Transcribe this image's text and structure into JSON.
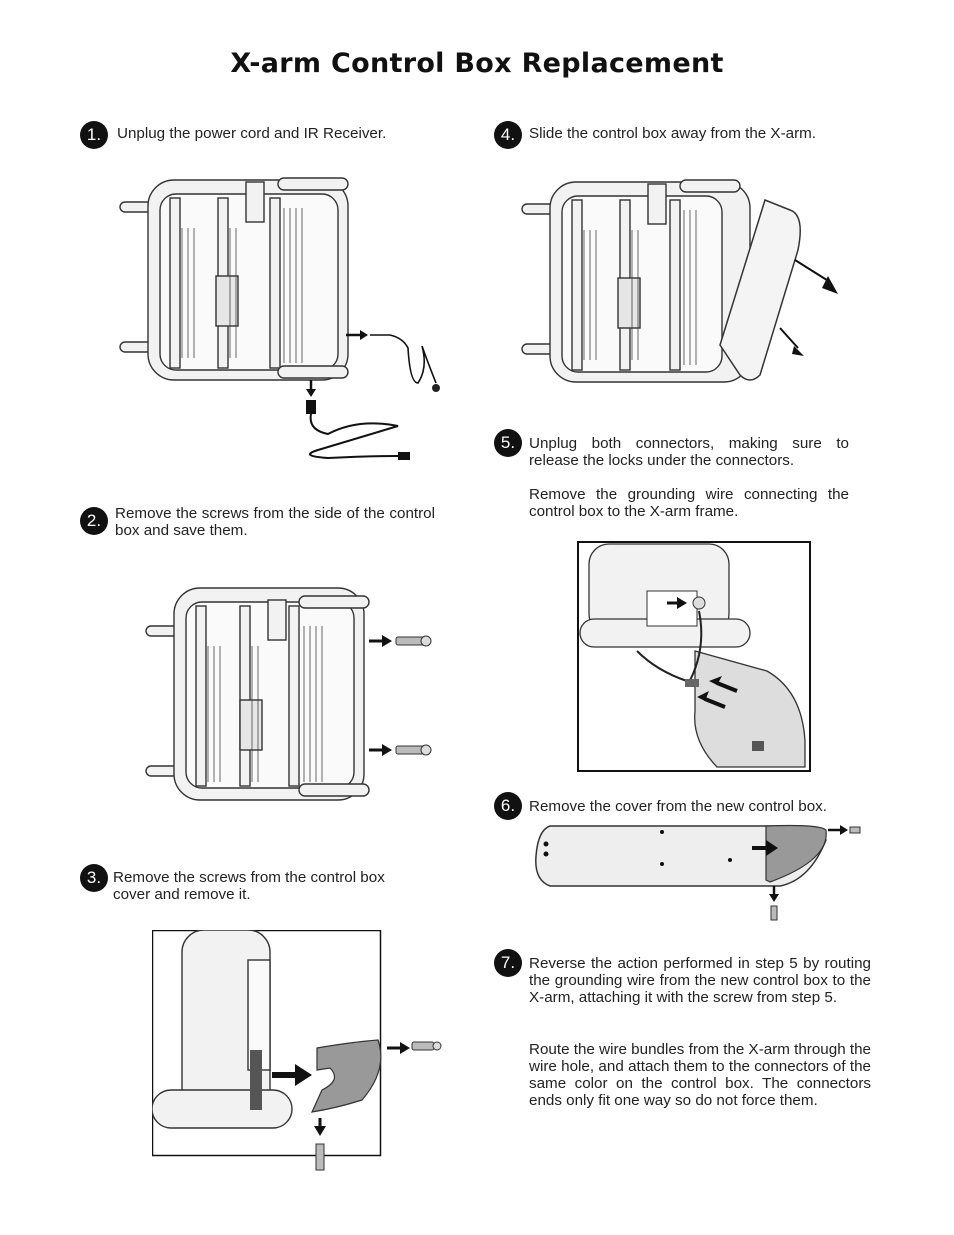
{
  "title": "X-arm Control Box Replacement",
  "steps": [
    {
      "num": "1.",
      "text": "Unplug the power cord and IR Receiver."
    },
    {
      "num": "2.",
      "text": "Remove the screws from the side of the control box and save them."
    },
    {
      "num": "3.",
      "text": "Remove the screws from the control box cover and remove it."
    },
    {
      "num": "4.",
      "text": "Slide the control box away from the X-arm."
    },
    {
      "num": "5.",
      "text": "Unplug both connectors, making sure to release the locks under the connectors.",
      "text2": "Remove the grounding wire connecting the control box to the X-arm frame."
    },
    {
      "num": "6.",
      "text": "Remove the cover from the new control box."
    },
    {
      "num": "7.",
      "text": "Reverse the action performed in step 5 by routing the grounding wire from the new control box to the X-arm, attaching it with the screw from step 5.",
      "text2": "Route the wire bundles from the X-arm through the wire hole, and attach them to the connectors of the same color on the control box.  The connectors ends only fit one way so do not force them."
    }
  ]
}
